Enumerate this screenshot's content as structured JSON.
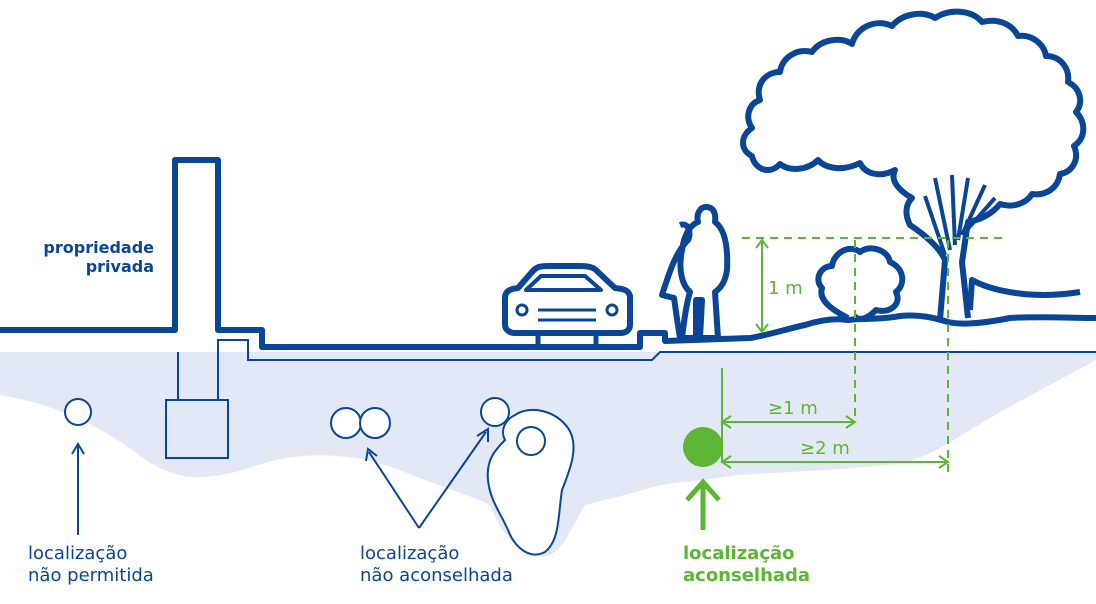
{
  "colors": {
    "outline": "#0a4596",
    "ground": "#e3e8f6",
    "recommended": "#5cb534"
  },
  "labels": {
    "private_property": [
      "propriedade",
      "privada"
    ],
    "not_allowed": [
      "localização",
      "não permitida"
    ],
    "not_recommended": [
      "localização",
      "não aconselhada"
    ],
    "recommended": [
      "localização",
      "aconselhada"
    ]
  },
  "dimensions": {
    "height": "1 m",
    "min_distance_shrub": "≥1 m",
    "min_distance_tree": "≥2 m"
  },
  "icons": [
    "wall-icon",
    "car-icon",
    "pedestrians-icon",
    "shrub-icon",
    "tree-icon",
    "pipe-icon",
    "root-system-icon",
    "arrow-up-icon"
  ]
}
